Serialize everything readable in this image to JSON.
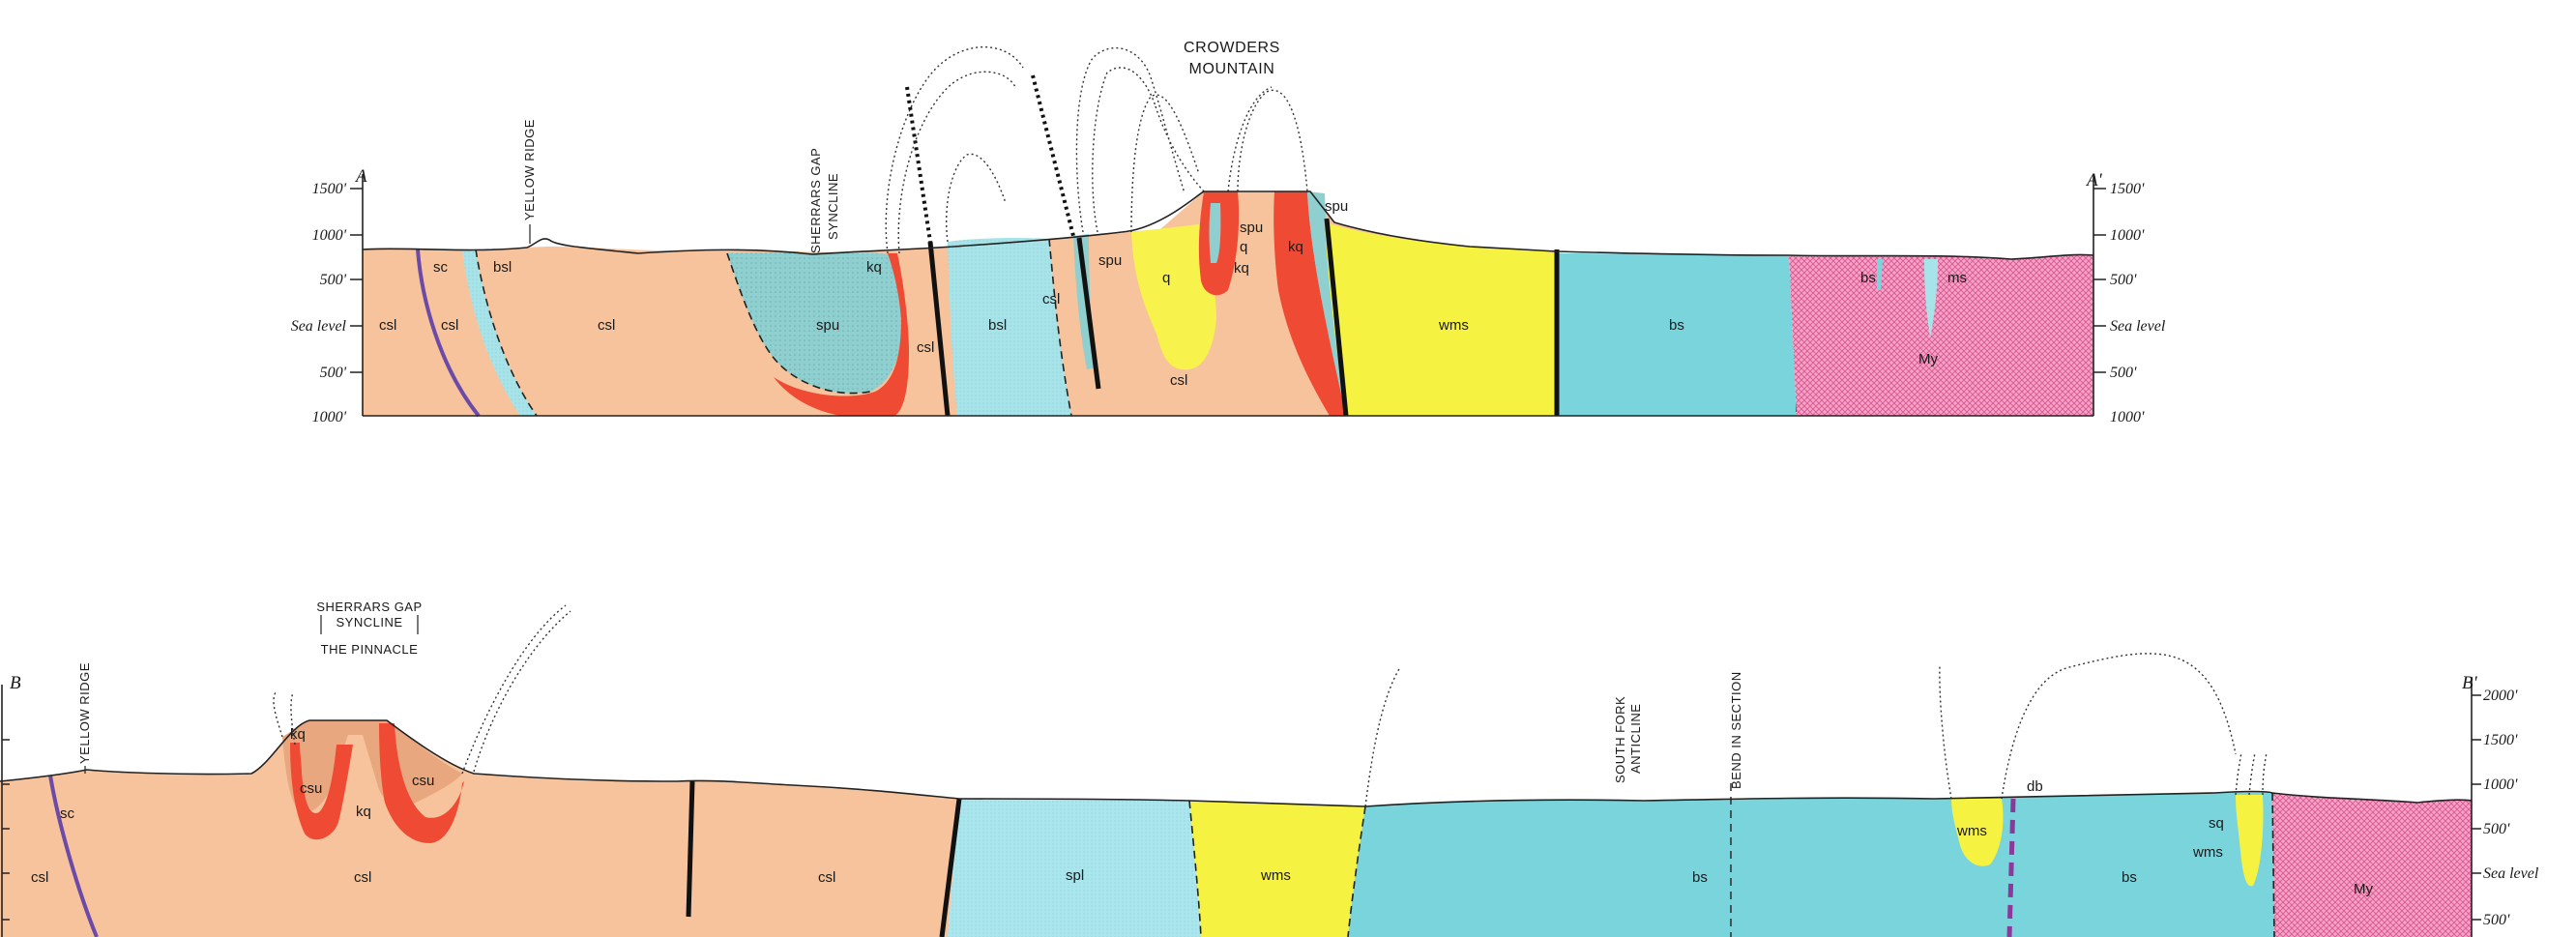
{
  "colors": {
    "csl": "#f6c39c",
    "spu": "#8fcfcf",
    "bsl": "#a7e4ea",
    "kq": "#ee4a34",
    "q": "#f7f24c",
    "wms": "#f5f242",
    "bs": "#79d4dc",
    "My": "#f4a3c6",
    "csu": "#e8a77e",
    "sc": "#6b4aa8",
    "spl": "#a9e6ee",
    "fault": "#111111",
    "bend": "#8a3a9a"
  },
  "section_a": {
    "corner_left": "A",
    "corner_right": "A'",
    "elevations_left": [
      "1500'",
      "1000'",
      "500'",
      "Sea level",
      "500'",
      "1000'"
    ],
    "elevations_right": [
      "1500'",
      "1000'",
      "500'",
      "Sea level",
      "500'",
      "1000'"
    ],
    "features": {
      "yellow_ridge": "YELLOW RIDGE",
      "sherrars_gap": [
        "SHERRARS GAP",
        "SYNCLINE"
      ],
      "crowders": [
        "CROWDERS",
        "MOUNTAIN"
      ]
    },
    "units": {
      "sc": "sc",
      "bsl_top": "bsl",
      "csl1": "csl",
      "csl2": "csl",
      "csl3": "csl",
      "spu": "spu",
      "kq": "kq",
      "csl4": "csl",
      "bsl": "bsl",
      "csl5": "csl",
      "spu2": "spu",
      "q": "q",
      "csl6": "csl",
      "spu3": "spu",
      "q2": "q",
      "kq2": "kq",
      "kq3": "kq",
      "spu4": "spu",
      "wms": "wms",
      "bs": "bs",
      "bs2": "bs",
      "ms": "ms",
      "My": "My"
    }
  },
  "section_b": {
    "corner_left": "B",
    "corner_right": "B'",
    "elevations_right": [
      "2000'",
      "1500'",
      "1000'",
      "500'",
      "Sea level",
      "500'"
    ],
    "features": {
      "yellow_ridge": "YELLOW RIDGE",
      "sherrars_gap": [
        "SHERRARS GAP",
        "SYNCLINE"
      ],
      "pinnacle": "THE PINNACLE",
      "south_fork": [
        "SOUTH FORK",
        "ANTICLINE"
      ],
      "bend": "BEND IN SECTION"
    },
    "units": {
      "sc": "sc",
      "csl1": "csl",
      "kq": "kq",
      "csu": "csu",
      "csu2": "csu",
      "kq2": "kq",
      "csl2": "csl",
      "csl3": "csl",
      "spl": "spl",
      "wms": "wms",
      "bs": "bs",
      "wms2": "wms",
      "db": "db",
      "sq": "sq",
      "wms3": "wms",
      "bs2": "bs",
      "My": "My"
    }
  }
}
